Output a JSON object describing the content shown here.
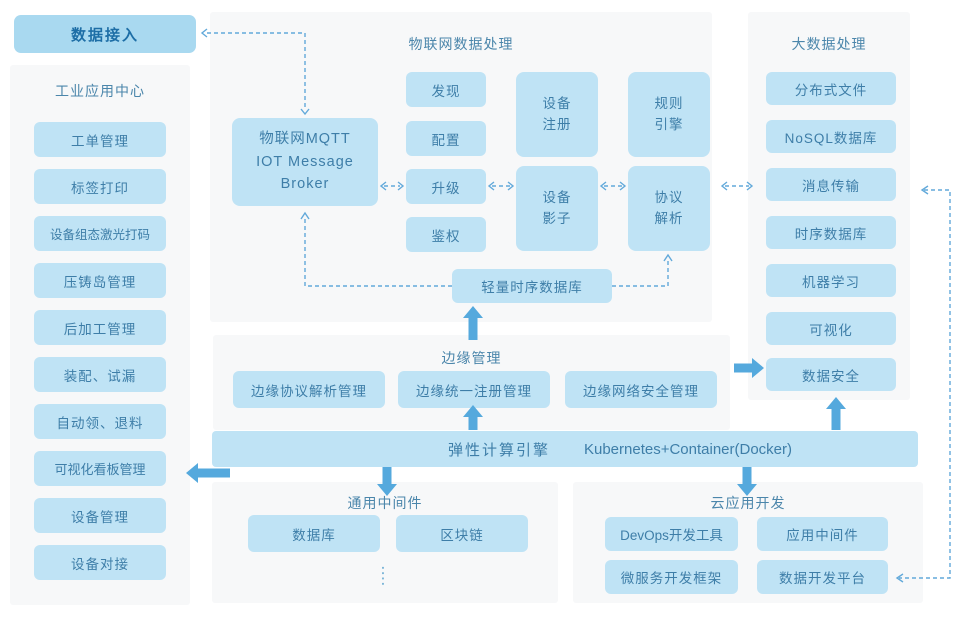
{
  "colors": {
    "box_fill": "#bfe3f5",
    "box_text": "#3e7ea8",
    "accent_button_fill": "#a9d9f0",
    "accent_button_text": "#1d6ea6",
    "panel_bg": "#f7f8f9",
    "thick_arrow": "#55a9dd",
    "dashed_line": "#62a9da"
  },
  "data_access": {
    "label": "数据接入"
  },
  "left_panel": {
    "title": "工业应用中心",
    "items": [
      "工单管理",
      "标签打印",
      "设备组态激光打码",
      "压铸岛管理",
      "后加工管理",
      "装配、试漏",
      "自动领、退料",
      "可视化看板管理",
      "设备管理",
      "设备对接"
    ]
  },
  "iot_panel": {
    "title": "物联网数据处理",
    "broker": "物联网MQTT\nIOT Message\nBroker",
    "col1": [
      "发现",
      "配置",
      "升级",
      "鉴权"
    ],
    "device_register": "设备\n注册",
    "device_shadow": "设备\n影子",
    "rule_engine": "规则\n引擎",
    "protocol_parse": "协议\n解析",
    "tsdb": "轻量时序数据库"
  },
  "bigdata_panel": {
    "title": "大数据处理",
    "items": [
      "分布式文件",
      "NoSQL数据库",
      "消息传输",
      "时序数据库",
      "机器学习",
      "可视化",
      "数据安全"
    ]
  },
  "edge_panel": {
    "title": "边缘管理",
    "items": [
      "边缘协议解析管理",
      "边缘统一注册管理",
      "边缘网络安全管理"
    ]
  },
  "band": {
    "engine": "弹性计算引擎",
    "runtime": "Kubernetes+Container(Docker)"
  },
  "middleware_panel": {
    "title": "通用中间件",
    "items": [
      "数据库",
      "区块链"
    ],
    "ellipsis": "····"
  },
  "cloud_panel": {
    "title": "云应用开发",
    "items": [
      "DevOps开发工具",
      "应用中间件",
      "微服务开发框架",
      "数据开发平台"
    ]
  }
}
